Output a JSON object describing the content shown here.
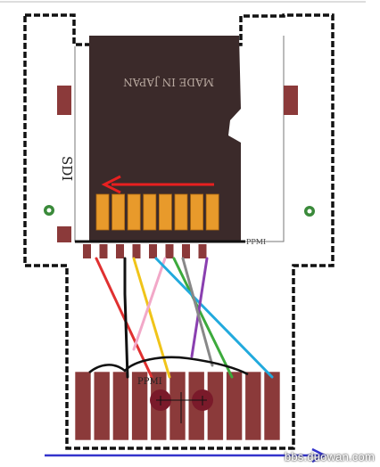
{
  "card": {
    "print_text": "MADE IN JAPAN",
    "pins": 8,
    "color": "#3b2a2a",
    "pin_color": "#e89a2b"
  },
  "labels": {
    "side_code": "SDI",
    "bottom_code": "PPMI",
    "strip_code": "PPMI"
  },
  "watermark": "bbs.duowan.com",
  "colors": {
    "outline": "#111111",
    "pad": "#8b3a3a",
    "hole": "#3a8a3a",
    "arrow_card": "#e82020",
    "arrow_bottom": "#3333cc"
  },
  "wires": [
    {
      "name": "red",
      "color": "#e03030"
    },
    {
      "name": "black",
      "color": "#111111"
    },
    {
      "name": "yellow",
      "color": "#f0c419"
    },
    {
      "name": "pink",
      "color": "#f2a8c8"
    },
    {
      "name": "green",
      "color": "#3caa3c"
    },
    {
      "name": "light-blue",
      "color": "#22aadd"
    },
    {
      "name": "purple",
      "color": "#8a3fb0"
    },
    {
      "name": "gray",
      "color": "#888888"
    }
  ],
  "strip": {
    "pads": 11,
    "holes": 2
  }
}
